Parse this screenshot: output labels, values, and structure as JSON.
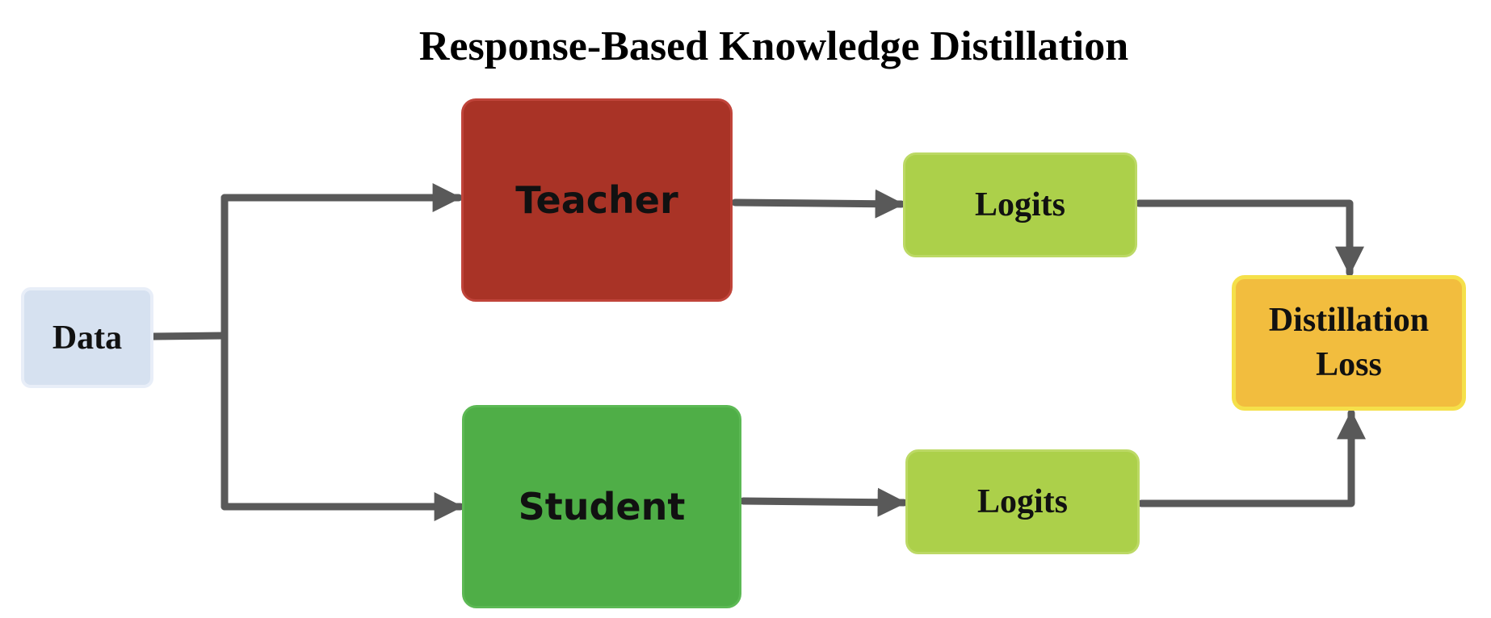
{
  "diagram": {
    "title": "Response-Based Knowledge Distillation",
    "nodes": {
      "data": "Data",
      "teacher": "Teacher",
      "student": "Student",
      "logits_teacher": "Logits",
      "logits_student": "Logits",
      "distillation_loss": "Distillation\nLoss"
    },
    "colors": {
      "data": "#d6e1f0",
      "teacher": "#a93326",
      "student": "#4fae47",
      "logits": "#acd04a",
      "distillation_loss": "#f2bd3e",
      "connector": "#595959"
    },
    "edges": [
      {
        "from": "Data",
        "to": "Teacher"
      },
      {
        "from": "Data",
        "to": "Student"
      },
      {
        "from": "Teacher",
        "to": "Logits"
      },
      {
        "from": "Student",
        "to": "Logits"
      },
      {
        "from": "Logits",
        "to": "Distillation Loss"
      },
      {
        "from": "Logits",
        "to": "Distillation Loss"
      }
    ]
  }
}
